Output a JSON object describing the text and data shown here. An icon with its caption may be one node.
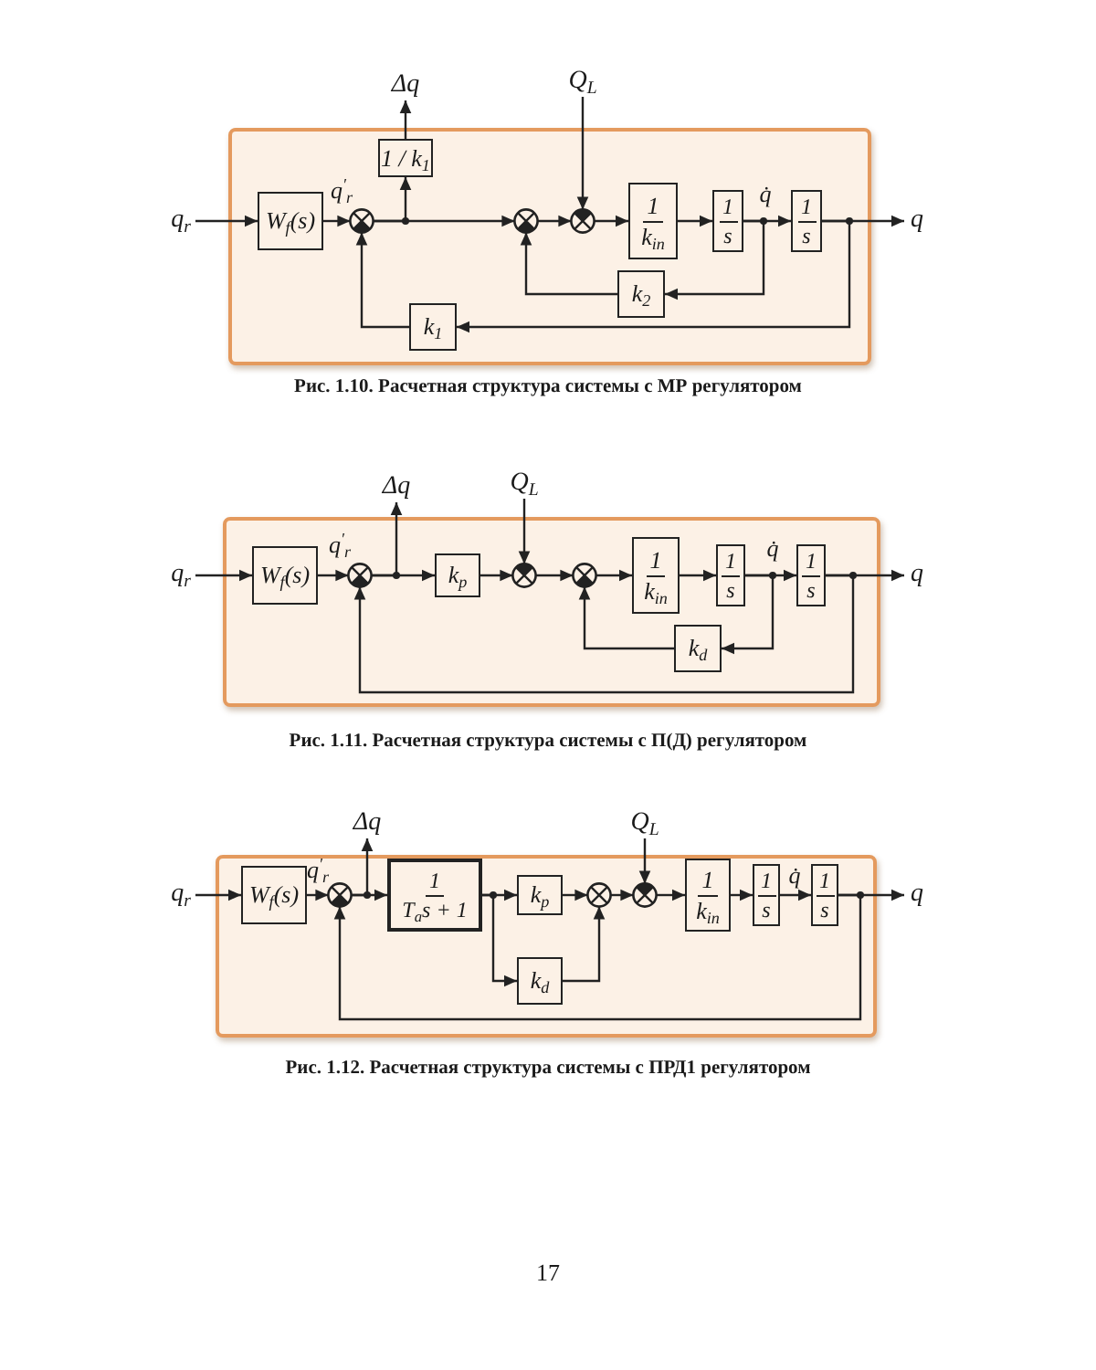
{
  "diagram": {
    "nodes": [
      {
        "text": [],
        "shape": "box"
      },
      {
        "text": [
          "Δq"
        ]
      },
      {
        "text": [
          "Q$_{L}$"
        ]
      },
      {
        "text": [
          "q$_{r}$"
        ]
      },
      {
        "text": [
          "W$_{f}$(s)"
        ],
        "in": 0
      },
      {
        "text": [],
        "shape": "circle",
        "in": 0
      },
      {
        "text": [
          "1 / k$_{1}$"
        ],
        "in": 0
      },
      {
        "text": [],
        "shape": "circle",
        "in": 0
      },
      {
        "text": [],
        "shape": "circle",
        "in": 0
      },
      {
        "text": [
          "1",
          "k$_{in}$"
        ],
        "in": 0
      },
      {
        "text": [
          "1",
          "s"
        ],
        "in": 0
      },
      {
        "text": [
          "1",
          "s"
        ],
        "in": 0
      },
      {
        "text": [
          "q"
        ]
      },
      {
        "text": [
          "k$_{2}$"
        ],
        "in": 0
      },
      {
        "text": [
          "k$_{1}$"
        ],
        "in": 0
      },
      {
        "text": [],
        "shape": "box"
      },
      {
        "text": [
          "Δq"
        ]
      },
      {
        "text": [
          "Q$_{L}$"
        ]
      },
      {
        "text": [
          "q$_{r}$"
        ]
      },
      {
        "text": [
          "W$_{f}$(s)"
        ],
        "in": 15
      },
      {
        "text": [],
        "shape": "circle",
        "in": 15
      },
      {
        "text": [
          "k$_{p}$"
        ],
        "in": 15
      },
      {
        "text": [],
        "shape": "circle",
        "in": 15
      },
      {
        "text": [],
        "shape": "circle",
        "in": 15
      },
      {
        "text": [
          "1",
          "k$_{in}$"
        ],
        "in": 15
      },
      {
        "text": [
          "1",
          "s"
        ],
        "in": 15
      },
      {
        "text": [
          "1",
          "s"
        ],
        "in": 15
      },
      {
        "text": [
          "q"
        ]
      },
      {
        "text": [
          "k$_{d}$"
        ],
        "in": 15
      },
      {
        "text": [],
        "shape": "box"
      },
      {
        "text": [
          "Δq"
        ]
      },
      {
        "text": [
          "Q$_{L}$"
        ]
      },
      {
        "text": [
          "q$_{r}$"
        ]
      },
      {
        "text": [
          "W$_{f}$(s)"
        ],
        "in": 29
      },
      {
        "text": [],
        "shape": "circle",
        "in": 29
      },
      {
        "text": [
          "1",
          "T$_{a}$s + 1"
        ],
        "in": 29
      },
      {
        "text": [
          "k$_{p}$"
        ],
        "in": 29
      },
      {
        "text": [
          "k$_{d}$"
        ],
        "in": 29
      },
      {
        "text": [],
        "shape": "circle",
        "in": 29
      },
      {
        "text": [],
        "shape": "circle",
        "in": 29
      },
      {
        "text": [
          "1",
          "k$_{in}$"
        ],
        "in": 29
      },
      {
        "text": [
          "1",
          "s"
        ],
        "in": 29
      },
      {
        "text": [
          "1",
          "s"
        ],
        "in": 29
      },
      {
        "text": [
          "q"
        ]
      }
    ],
    "edges": [
      {
        "from": 3,
        "to": 4,
        "arrow": "to"
      },
      {
        "from": 4,
        "to": 5,
        "arrow": "to",
        "label": "q$^{′}$$_{r}$"
      },
      {
        "from": 5,
        "to": 6,
        "arrow": "to"
      },
      {
        "from": 6,
        "to": 1,
        "arrow": "to"
      },
      {
        "from": 5,
        "to": 7,
        "arrow": "to"
      },
      {
        "from": 2,
        "to": 8,
        "arrow": "to"
      },
      {
        "from": 7,
        "to": 8,
        "arrow": "to"
      },
      {
        "from": 8,
        "to": 9,
        "arrow": "to"
      },
      {
        "from": 9,
        "to": 10,
        "arrow": "to"
      },
      {
        "from": 10,
        "to": 11,
        "arrow": "to",
        "label": "q̇"
      },
      {
        "from": 10,
        "to": 13,
        "arrow": "to"
      },
      {
        "from": 13,
        "to": 7,
        "arrow": "to"
      },
      {
        "from": 11,
        "to": 12,
        "arrow": "to"
      },
      {
        "from": 11,
        "to": 14,
        "arrow": "to"
      },
      {
        "from": 14,
        "to": 5,
        "arrow": "to"
      },
      {
        "from": 18,
        "to": 19,
        "arrow": "to"
      },
      {
        "from": 19,
        "to": 20,
        "arrow": "to",
        "label": "q$^{′}$$_{r}$"
      },
      {
        "from": 20,
        "to": 16,
        "arrow": "to"
      },
      {
        "from": 20,
        "to": 21,
        "arrow": "to"
      },
      {
        "from": 21,
        "to": 22,
        "arrow": "to"
      },
      {
        "from": 17,
        "to": 22,
        "arrow": "to"
      },
      {
        "from": 22,
        "to": 23,
        "arrow": "to"
      },
      {
        "from": 23,
        "to": 24,
        "arrow": "to"
      },
      {
        "from": 24,
        "to": 25,
        "arrow": "to"
      },
      {
        "from": 25,
        "to": 26,
        "arrow": "to",
        "label": "q̇"
      },
      {
        "from": 25,
        "to": 28,
        "arrow": "to"
      },
      {
        "from": 28,
        "to": 23,
        "arrow": "to"
      },
      {
        "from": 26,
        "to": 27,
        "arrow": "to"
      },
      {
        "from": 26,
        "to": 20,
        "arrow": "to"
      },
      {
        "from": 32,
        "to": 33,
        "arrow": "to"
      },
      {
        "from": 33,
        "to": 34,
        "arrow": "to",
        "label": "q$^{′}$$_{r}$"
      },
      {
        "from": 34,
        "to": 30,
        "arrow": "to"
      },
      {
        "from": 34,
        "to": 35,
        "arrow": "to"
      },
      {
        "from": 35,
        "to": 36,
        "arrow": "to"
      },
      {
        "from": 35,
        "to": 37,
        "arrow": "to"
      },
      {
        "from": 36,
        "to": 38,
        "arrow": "to"
      },
      {
        "from": 37,
        "to": 38,
        "arrow": "to"
      },
      {
        "from": 38,
        "to": 39,
        "arrow": "to"
      },
      {
        "from": 31,
        "to": 39,
        "arrow": "to"
      },
      {
        "from": 39,
        "to": 40,
        "arrow": "to"
      },
      {
        "from": 40,
        "to": 41,
        "arrow": "to"
      },
      {
        "from": 41,
        "to": 42,
        "arrow": "to",
        "label": "q̇"
      },
      {
        "from": 42,
        "to": 43,
        "arrow": "to"
      },
      {
        "from": 42,
        "to": 34,
        "arrow": "to"
      }
    ],
    "labels": [
      "Рис. 1.10. Расчетная структура системы с МР регулятором",
      "Рис. 1.11. Расчетная структура системы с П(Д) регулятором",
      "Рис. 1.12. Расчетная структура системы с ПРД1 регулятором",
      "17"
    ]
  }
}
